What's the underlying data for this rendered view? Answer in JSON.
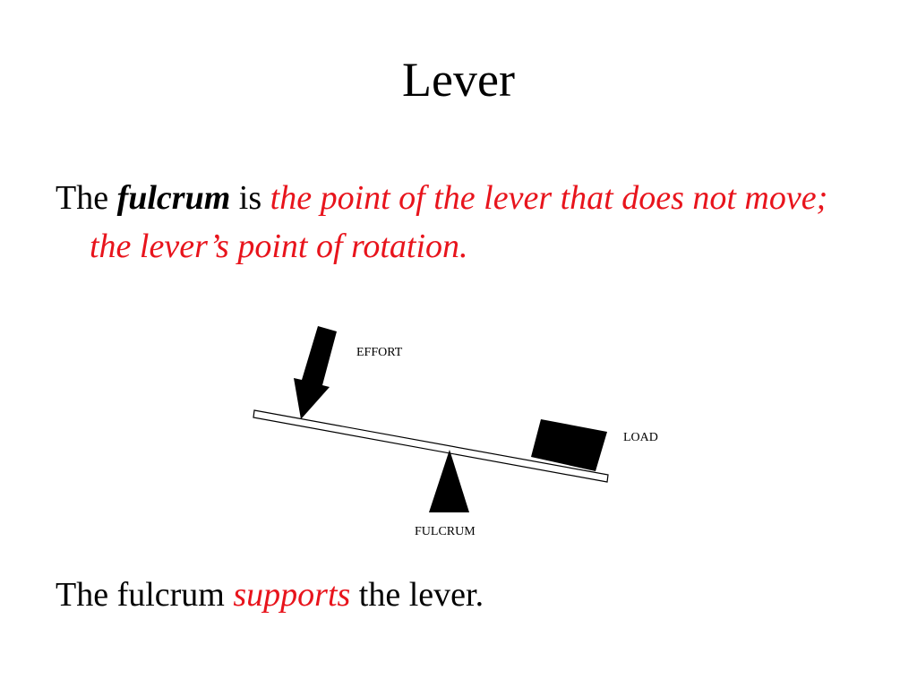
{
  "slide": {
    "title": "Lever",
    "para1": {
      "prefix": "The ",
      "term": "fulcrum",
      "middle": " is ",
      "definition": "the point of the lever that does not move; the lever’s point of rotation."
    },
    "para2": {
      "prefix": "The fulcrum ",
      "emphasis": "supports",
      "suffix": " the lever."
    }
  },
  "diagram": {
    "effort_label": "EFFORT",
    "load_label": "LOAD",
    "fulcrum_label": "FULCRUM"
  },
  "colors": {
    "accent": "#e8141c",
    "text": "#000000",
    "background": "#ffffff"
  }
}
